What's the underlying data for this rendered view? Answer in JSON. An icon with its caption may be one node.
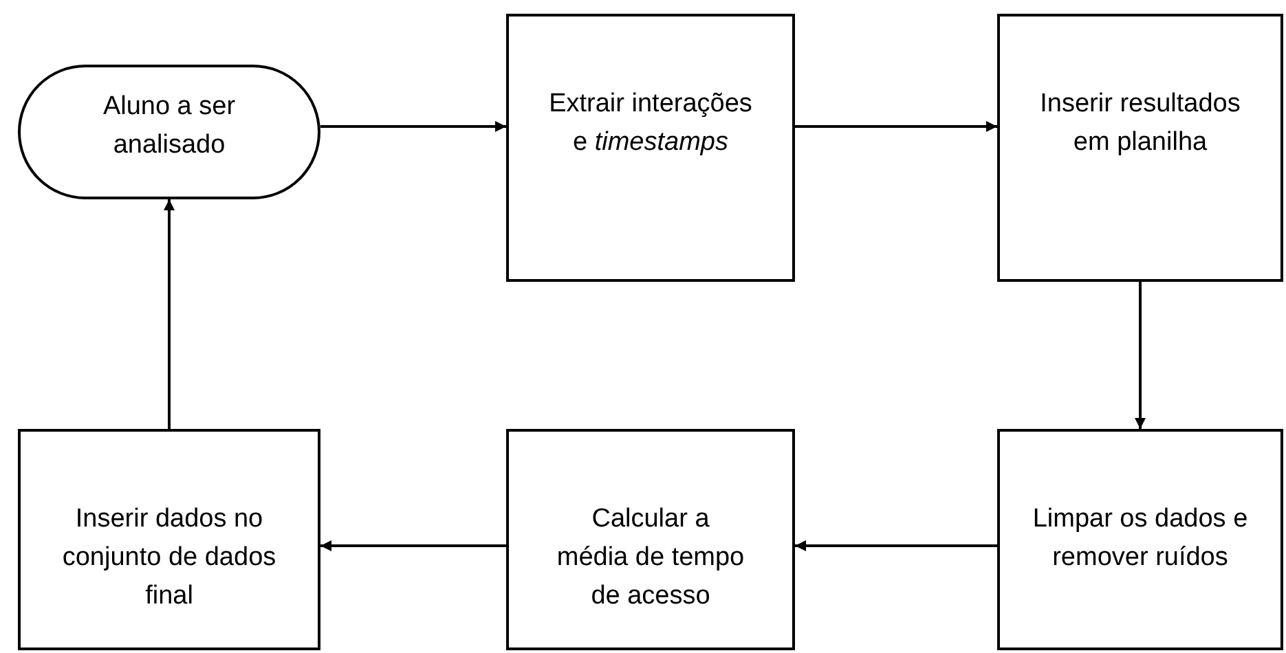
{
  "diagram": {
    "nodes": [
      {
        "text": [
          "Aluno a ser analisado"
        ]
      },
      {
        "text": [
          "Extrair interações e *timestamps*"
        ]
      },
      {
        "text": [
          "Inserir resultados em planilha"
        ]
      },
      {
        "text": [
          "Limpar os dados e remover ruídos"
        ]
      },
      {
        "text": [
          "Calcular a média de tempo de acesso"
        ]
      },
      {
        "text": [
          "Inserir dados no conjunto de dados final"
        ]
      }
    ],
    "edges": [
      {
        "from": 0,
        "to": 1,
        "arrow": "to"
      },
      {
        "from": 1,
        "to": 2,
        "arrow": "to"
      },
      {
        "from": 2,
        "to": 3,
        "arrow": "to"
      },
      {
        "from": 3,
        "to": 4,
        "arrow": "to"
      },
      {
        "from": 4,
        "to": 5,
        "arrow": "to"
      },
      {
        "from": 5,
        "to": 0,
        "arrow": "to"
      }
    ]
  }
}
